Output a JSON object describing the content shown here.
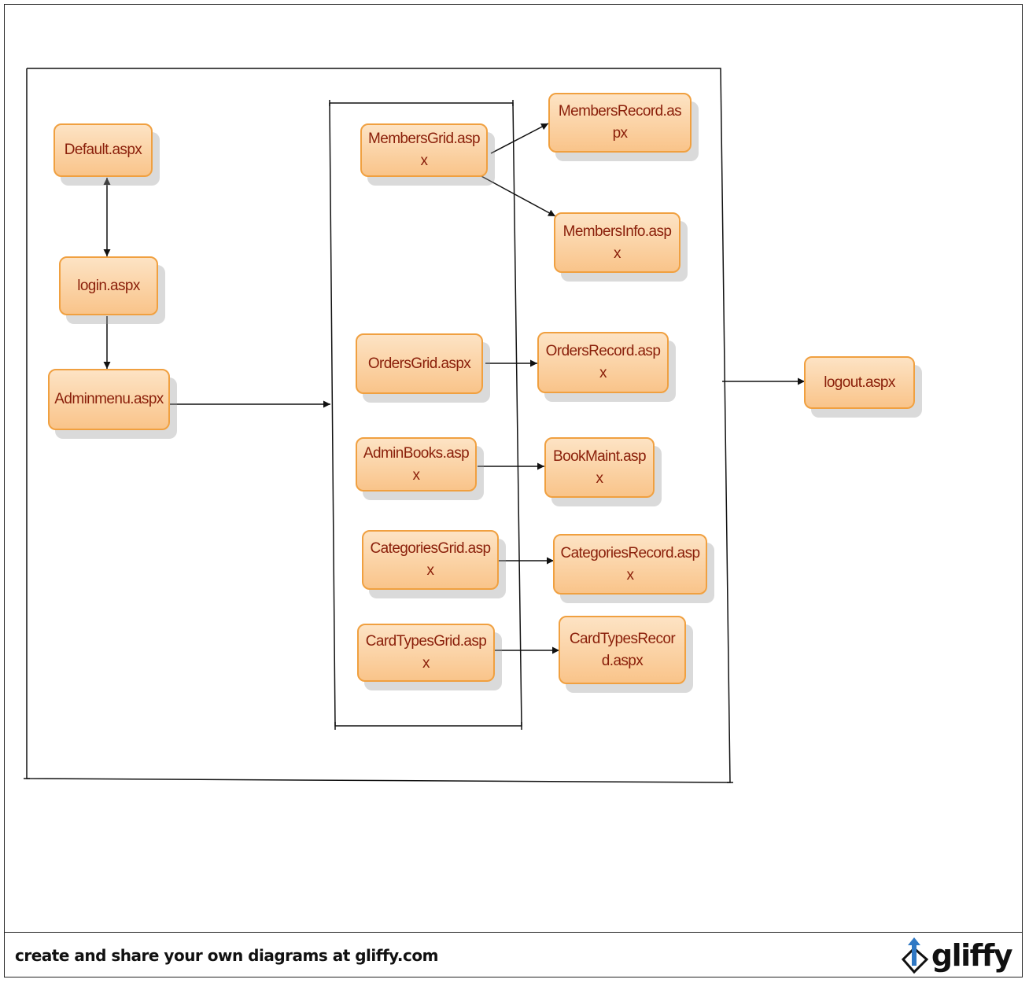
{
  "nodes": {
    "default": "Default.aspx",
    "login": "login.aspx",
    "adminmenu": "Adminmenu.aspx",
    "members_grid": "MembersGrid.aspx",
    "members_record": "MembersRecord.aspx",
    "members_info": "MembersInfo.aspx",
    "orders_grid": "OrdersGrid.aspx",
    "orders_record": "OrdersRecord.aspx",
    "admin_books": "AdminBooks.aspx",
    "book_maint": "BookMaint.aspx",
    "categories_grid": "CategoriesGrid.aspx",
    "categories_record": "CategoriesRecord.aspx",
    "cardtypes_grid": "CardTypesGrid.aspx",
    "cardtypes_record": "CardTypesRecord.aspx",
    "logout": "logout.aspx"
  },
  "footer": {
    "text": "create and share your own diagrams at gliffy.com",
    "logo": "gliffy"
  },
  "colors": {
    "node_fill": "#fbd3a5",
    "node_border": "#f0a040",
    "node_text": "#8a1f0a",
    "line": "#111111"
  }
}
